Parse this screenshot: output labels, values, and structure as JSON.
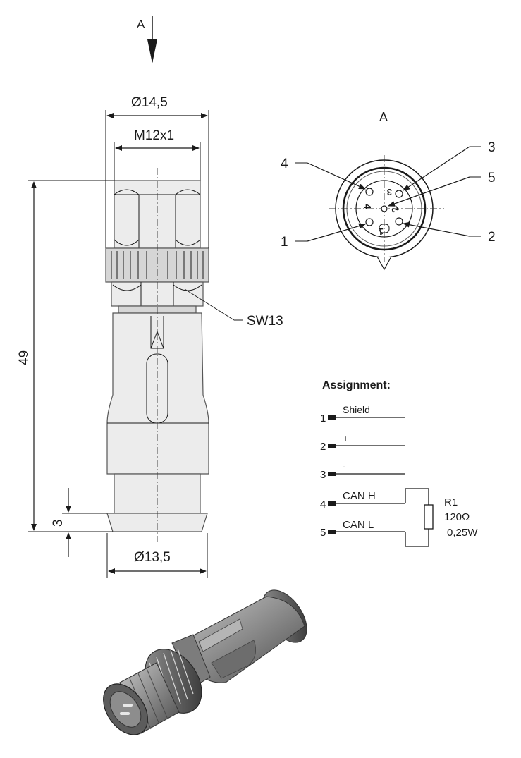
{
  "view_marker": {
    "letter": "A"
  },
  "dimensions": {
    "outer_diameter": "Ø14,5",
    "thread": "M12x1",
    "length": "49",
    "flange_height": "3",
    "bottom_diameter": "Ø13,5",
    "wrench_size": "SW13"
  },
  "front_view": {
    "title": "A",
    "pin_callouts": [
      "1",
      "2",
      "3",
      "4",
      "5"
    ]
  },
  "assignment": {
    "title": "Assignment:",
    "rows": [
      {
        "pin": "1",
        "signal": "Shield"
      },
      {
        "pin": "2",
        "signal": "+"
      },
      {
        "pin": "3",
        "signal": "-"
      },
      {
        "pin": "4",
        "signal": "CAN H"
      },
      {
        "pin": "5",
        "signal": "CAN L"
      }
    ],
    "resistor": {
      "name": "R1",
      "value": "120Ω",
      "power": "0,25W"
    }
  },
  "colors": {
    "line": "#1a1a1a",
    "part_fill": "#ececec",
    "render_body": "#8a8a8a"
  }
}
